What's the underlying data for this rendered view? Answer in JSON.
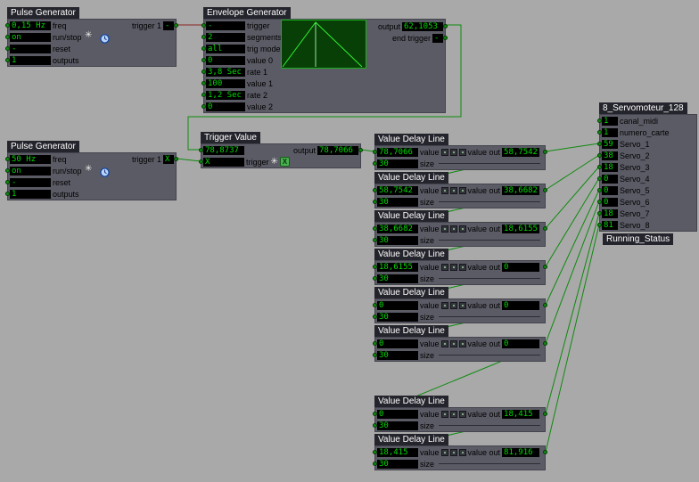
{
  "colors": {
    "background": "#a9a9a9",
    "module_bg": "#5b5b66",
    "title_bg": "#24242c",
    "field_text_green": "#00d800",
    "wire_green": "#0e8a0e",
    "wire_red": "#8b2525",
    "envelope_border_green": "#1ab01a"
  },
  "icons": {
    "asterisk_icon": "✳",
    "x_button_icon": "X"
  },
  "pulse1": {
    "title": "Pulse Generator",
    "rows": [
      {
        "value": "0,15 Hz",
        "label": "freq"
      },
      {
        "value": "on",
        "label": "run/stop"
      },
      {
        "value": "-",
        "label": "reset"
      },
      {
        "value": "1",
        "label": "outputs"
      }
    ],
    "trigger_label": "trigger 1",
    "trigger": "-"
  },
  "pulse2": {
    "title": "Pulse Generator",
    "rows": [
      {
        "value": "50 Hz",
        "label": "freq"
      },
      {
        "value": "on",
        "label": "run/stop"
      },
      {
        "value": "-",
        "label": "reset"
      },
      {
        "value": "1",
        "label": "outputs"
      }
    ],
    "trigger_label": "trigger 1",
    "trigger": "X"
  },
  "envelope": {
    "title": "Envelope Generator",
    "rows": [
      {
        "value": "-",
        "label": "trigger"
      },
      {
        "value": "2",
        "label": "segments"
      },
      {
        "value": "all",
        "label": "trig mode"
      },
      {
        "value": "0",
        "label": "value 0"
      },
      {
        "value": "3,8 Sec",
        "label": "rate 1"
      },
      {
        "value": "100",
        "label": "value 1"
      },
      {
        "value": "1,2 Sec",
        "label": "rate 2"
      },
      {
        "value": "0",
        "label": "value 2"
      }
    ],
    "output_label": "output",
    "output": "62,1053",
    "end_label": "end trigger",
    "end": "-"
  },
  "trigger_value": {
    "title": "Trigger Value",
    "value": "78,8737",
    "trigger": "X",
    "trigger_label": "trigger",
    "output_label": "output",
    "output": "78,7066"
  },
  "delay": {
    "title": "Value Delay Line",
    "value_label": "value",
    "out_label": "value out",
    "size_label": "size",
    "items": [
      {
        "in": "78,7066",
        "out": "58,7542",
        "size": "30"
      },
      {
        "in": "58,7542",
        "out": "38,6682",
        "size": "30"
      },
      {
        "in": "38,6682",
        "out": "18,6155",
        "size": "30"
      },
      {
        "in": "18,6155",
        "out": "0",
        "size": "30"
      },
      {
        "in": "0",
        "out": "0",
        "size": "30"
      },
      {
        "in": "0",
        "out": "0",
        "size": "30"
      },
      {
        "in": "0",
        "out": "18,415",
        "size": "30"
      },
      {
        "in": "18,415",
        "out": "81,916",
        "size": "30"
      }
    ]
  },
  "servo": {
    "title": "8_Servomoteur_128",
    "rows": [
      {
        "value": "1",
        "label": "canal_midi"
      },
      {
        "value": "1",
        "label": "numero_carte"
      },
      {
        "value": "59",
        "label": "Servo_1"
      },
      {
        "value": "38",
        "label": "Servo_2"
      },
      {
        "value": "18",
        "label": "Servo_3"
      },
      {
        "value": "0",
        "label": "Servo_4"
      },
      {
        "value": "0",
        "label": "Servo_5"
      },
      {
        "value": "0",
        "label": "Servo_6"
      },
      {
        "value": "18",
        "label": "Servo_7"
      },
      {
        "value": "81",
        "label": "Servo_8"
      }
    ]
  },
  "running_status": {
    "title": "Running_Status"
  }
}
